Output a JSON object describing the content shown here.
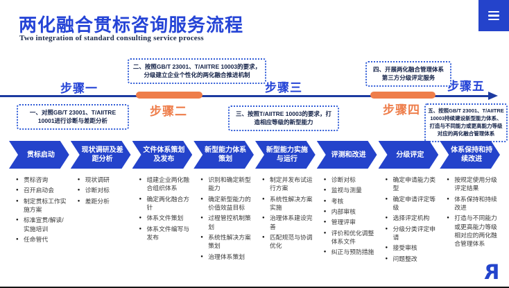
{
  "header": {
    "title": "两化融合贯标咨询服务流程",
    "subtitle": "Two integration of standard consulting service process"
  },
  "timeline": {
    "steps": [
      {
        "label": "步骤一",
        "color": "blue",
        "position": "above-line"
      },
      {
        "label": "步骤二",
        "color": "orange",
        "position": "below-line"
      },
      {
        "label": "步骤三",
        "color": "blue",
        "position": "above-line"
      },
      {
        "label": "步骤四",
        "color": "orange",
        "position": "below-line"
      },
      {
        "label": "步骤五",
        "color": "blue",
        "position": "above-line"
      }
    ],
    "notes": [
      {
        "text": "一、对照GB/T 23001、T/AIITRE 10001进行诊断与差距分析"
      },
      {
        "text": "二、按照GB/T 23001、T/AIITRE 10003的要求，分级建立企业个性化的两化融合推进机制"
      },
      {
        "text": "三、按照T/AIITRE 10003的要求，打造相应等级的新型能力"
      },
      {
        "text": "四、开展两化融合管理体系第三方分级评定服务"
      },
      {
        "text": "五、按照GB/T 23001、T/AIITRE 10003持续建设新型能力体系、打造与不同能力或更高能力等级对应的两化融合管理体系"
      }
    ]
  },
  "process": {
    "phases": [
      {
        "label": "贯标启动",
        "items": [
          "贯标咨询",
          "召开启动会",
          "制定贯标工作实施方案",
          "标准宣贯/解读/实施培训",
          "任命管代"
        ]
      },
      {
        "label": "现状调研及差距分析",
        "items": [
          "现状调研",
          "诊断对标",
          "差距分析"
        ]
      },
      {
        "label": "文件体系策划及发布",
        "items": [
          "组建企业两化融合组织体系",
          "确定两化融合方针",
          "体系文件策划",
          "体系文件编写与发布"
        ]
      },
      {
        "label": "新型能力体系策划",
        "items": [
          "识别和确定新型能力",
          "确定新型能力的价值效益目标",
          "过程管控机制策划",
          "系统性解决方案策划",
          "治理体系策划"
        ]
      },
      {
        "label": "新型能力实施与运行",
        "items": [
          "制定并发布试运行方案",
          "系统性解决方案实施",
          "治理体系建设完善",
          "匹配规范与协调优化"
        ]
      },
      {
        "label": "评测和改进",
        "items": [
          "诊断对标",
          "监视与测量",
          "考核",
          "内部审核",
          "管理评审",
          "评价和优化调整体系文件",
          "纠正与预防措施"
        ]
      },
      {
        "label": "分级评定",
        "items": [
          "确定申请能力类型",
          "确定申请评定等级",
          "选择评定机构",
          "分级分类评定申请",
          "接受审核",
          "问题整改"
        ]
      },
      {
        "label": "体系保持和持续改进",
        "items": [
          "按规定使用分级评定结果",
          "体系保持和持续改进",
          "打造与不同能力或更高能力等级相对应的两化融合管理体系"
        ]
      }
    ]
  },
  "footer": {
    "logo_glyph": "R"
  },
  "colors": {
    "primary_blue": "#2443cb",
    "title_blue": "#2544d6",
    "timeline_navy": "#1c3aa0",
    "accent_orange": "#ee7d4a",
    "note_border_blue": "#2f5bd7",
    "note_text": "#122046",
    "detail_text": "#3a3a3a"
  }
}
